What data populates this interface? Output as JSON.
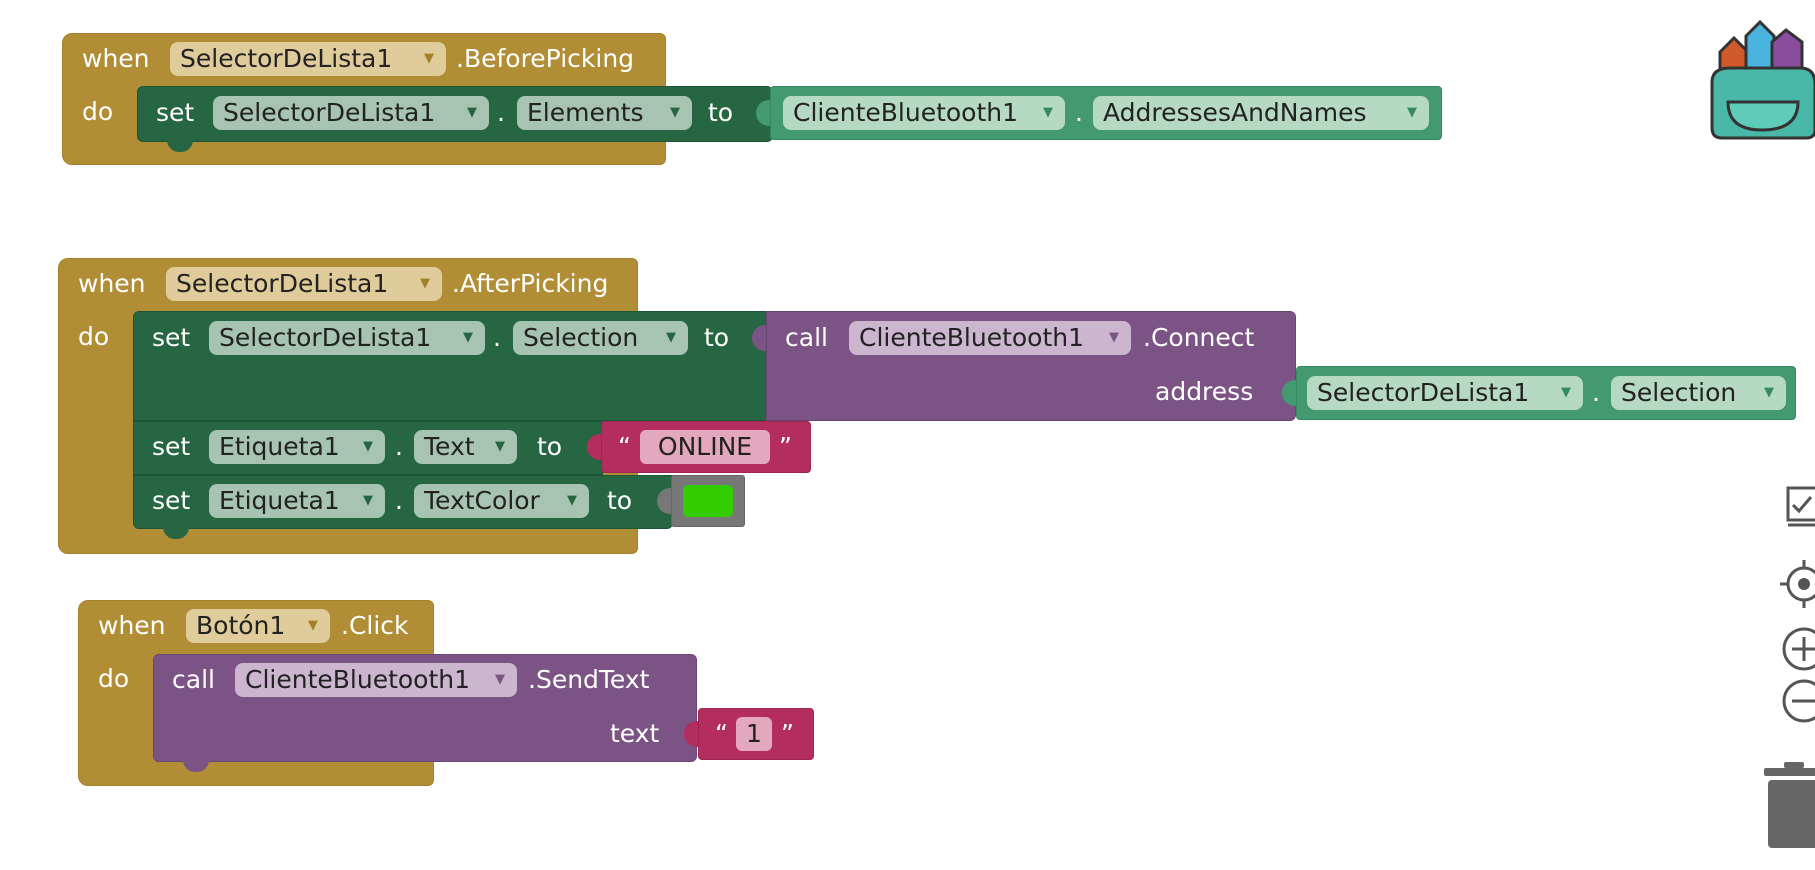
{
  "event1": {
    "when": "when",
    "component": "SelectorDeLista1",
    "event": ".BeforePicking",
    "do": "do",
    "set": {
      "keyword": "set",
      "component": "SelectorDeLista1",
      "dot": ".",
      "property": "Elements",
      "to": "to"
    },
    "getter": {
      "component": "ClienteBluetooth1",
      "dot": ".",
      "property": "AddressesAndNames"
    }
  },
  "event2": {
    "when": "when",
    "component": "SelectorDeLista1",
    "event": ".AfterPicking",
    "do": "do",
    "set1": {
      "keyword": "set",
      "component": "SelectorDeLista1",
      "dot": ".",
      "property": "Selection",
      "to": "to"
    },
    "call": {
      "keyword": "call",
      "component": "ClienteBluetooth1",
      "method": ".Connect",
      "param": "address"
    },
    "getter": {
      "component": "SelectorDeLista1",
      "dot": ".",
      "property": "Selection"
    },
    "set2": {
      "keyword": "set",
      "component": "Etiqueta1",
      "dot": ".",
      "property": "Text",
      "to": "to",
      "open_quote": "“",
      "value": "ONLINE",
      "close_quote": "”"
    },
    "set3": {
      "keyword": "set",
      "component": "Etiqueta1",
      "dot": ".",
      "property": "TextColor",
      "to": "to",
      "color": "#33cc00"
    }
  },
  "event3": {
    "when": "when",
    "component": "Botón1",
    "event": ".Click",
    "do": "do",
    "call": {
      "keyword": "call",
      "component": "ClienteBluetooth1",
      "method": ".SendText",
      "param": "text"
    },
    "text": {
      "open_quote": "“",
      "value": "1",
      "close_quote": "”"
    }
  },
  "icons": {
    "backpack": "backpack-icon",
    "checklist": "checklist-icon",
    "recenter": "recenter-icon",
    "zoom_in": "zoom-in-icon",
    "zoom_out": "zoom-out-icon",
    "trash": "trash-icon"
  },
  "colors": {
    "event": "#b18e35",
    "setter": "#266643",
    "getter": "#439970",
    "procedure": "#7c5385",
    "text": "#b32d5e"
  }
}
